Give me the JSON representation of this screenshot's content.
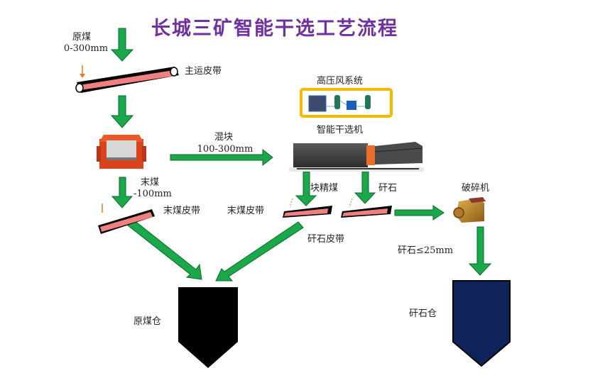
{
  "title": "长城三矿智能干选工艺流程",
  "colors": {
    "title": "#7030a0",
    "arrow": "#1aa84a",
    "belt_fill": "#f08080",
    "belt_edge": "#000000",
    "raw_coal_bin": "#000000",
    "gangue_bin": "#0d2359",
    "air_system_border": "#f5b800",
    "sorter_body": "#3c3c3c",
    "sorter_accent": "#e8702a",
    "screen_body": "#d9441c",
    "crusher_body": "#c8902a"
  },
  "labels": {
    "raw_coal": "原煤",
    "raw_coal_size": "0-300mm",
    "main_belt": "主运皮带",
    "air_system": "高压风系统",
    "sorter": "智能干选机",
    "lump": "混块",
    "lump_size": "100-300mm",
    "fines": "末煤",
    "fines_size": "-100mm",
    "fines_belt_left": "末煤皮带",
    "fines_belt_right": "末煤皮带",
    "clean_lump": "块精煤",
    "gangue": "矸石",
    "gangue_belt": "矸石皮带",
    "crusher": "破碎机",
    "gangue_size": "矸石≤25mm",
    "raw_coal_bin": "原煤仓",
    "gangue_bin": "矸石仓"
  }
}
